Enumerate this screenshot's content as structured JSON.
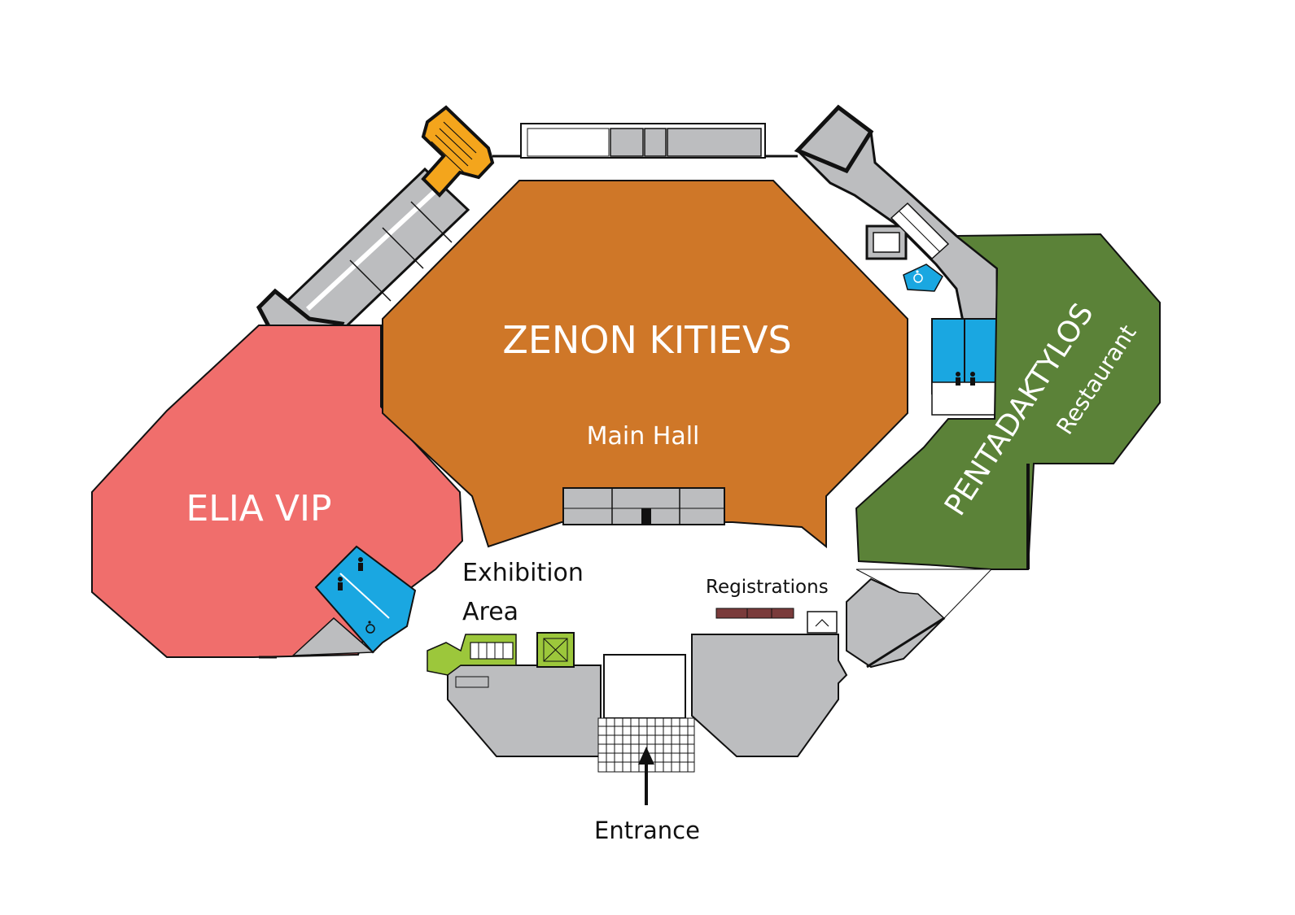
{
  "rooms": {
    "main_hall": {
      "name": "ZENON KITIEVS",
      "subtitle": "Main Hall",
      "color": "#CF7728"
    },
    "elia_vip": {
      "name": "ELIA VIP",
      "color": "#F06E6C"
    },
    "pentadaktylos": {
      "name": "PENTADAKTYLOS",
      "subtitle": "Restaurant",
      "color": "#5B8238"
    }
  },
  "areas": {
    "exhibition": {
      "line1": "Exhibition",
      "line2": "Area"
    },
    "registrations": {
      "label": "Registrations"
    },
    "entrance": {
      "label": "Entrance"
    }
  },
  "colors": {
    "service": "#BCBDBF",
    "restroom": "#1AA7E1",
    "stairs_orange": "#F4A51C",
    "stairs_green": "#9CC73B",
    "desk": "#7A3B3B",
    "wall": "#111111"
  },
  "icons": [
    "restroom-icon",
    "wheelchair-icon",
    "stairs-icon",
    "elevator-icon",
    "entrance-arrow-icon"
  ]
}
